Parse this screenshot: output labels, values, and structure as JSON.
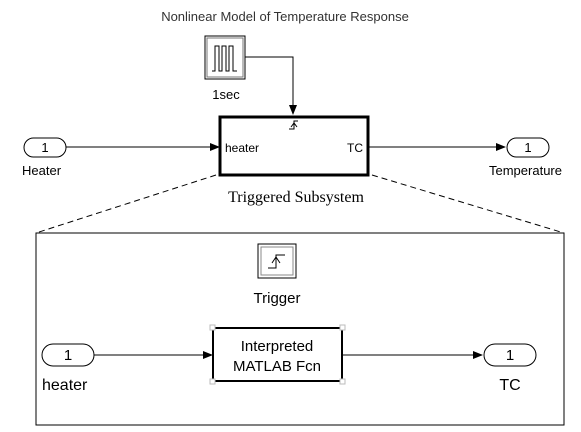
{
  "title": "Nonlinear Model of Temperature Response",
  "pulse_block": {
    "label": "1sec",
    "icon": "pulse-generator-icon"
  },
  "top_inport": {
    "number": "1",
    "label": "Heater"
  },
  "subsystem": {
    "in_port": "heater",
    "out_port": "TC",
    "caption": "Triggered Subsystem",
    "trigger_icon": "rising-edge-trigger-icon"
  },
  "top_outport": {
    "number": "1",
    "label": "Temperature"
  },
  "trigger_block": {
    "label": "Trigger",
    "icon": "rising-edge-trigger-icon"
  },
  "inner_inport": {
    "number": "1",
    "label": "heater"
  },
  "fcn_block": {
    "line1": "Interpreted",
    "line2": "MATLAB Fcn"
  },
  "inner_outport": {
    "number": "1",
    "label": "TC"
  }
}
